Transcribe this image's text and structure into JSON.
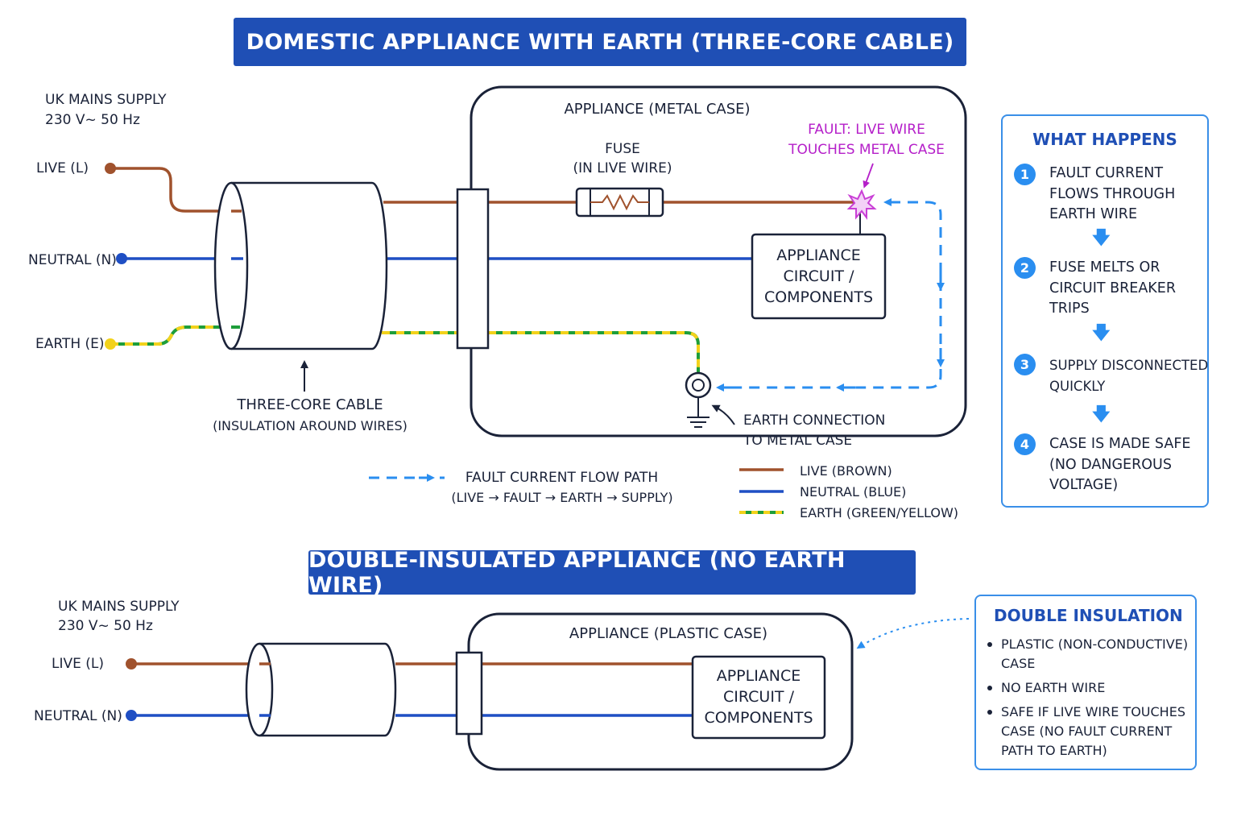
{
  "top_section": {
    "title": "DOMESTIC APPLIANCE  WITH EARTH (THREE-CORE CABLE)",
    "supply_title": "UK MAINS SUPPLY",
    "supply_rating": "230 V~ 50 Hz",
    "live_label": "LIVE (L)",
    "neutral_label": "NEUTRAL (N)",
    "earth_label": "EARTH (E)",
    "cable_label": "THREE-CORE CABLE",
    "cable_sub_label": "(INSULATION AROUND WIRES)",
    "appliance_label": "APPLIANCE (METAL CASE)",
    "fuse_label": "FUSE",
    "fuse_sub_label": "(IN LIVE WIRE)",
    "fault_label_line1": "FAULT: LIVE WIRE",
    "fault_label_line2": "TOUCHES METAL CASE",
    "circuit_label_line1": "APPLIANCE",
    "circuit_label_line2": "CIRCUIT /",
    "circuit_label_line3": "COMPONENTS",
    "earth_connection_line1": "EARTH CONNECTION",
    "earth_connection_line2": "TO METAL CASE"
  },
  "legend": {
    "fault_path_label": "FAULT CURRENT FLOW PATH",
    "fault_path_sub": "(LIVE → FAULT → EARTH → SUPPLY)",
    "live": "LIVE (BROWN)",
    "neutral": "NEUTRAL (BLUE)",
    "earth": "EARTH (GREEN/YELLOW)"
  },
  "what_happens": {
    "title": "WHAT HAPPENS",
    "steps": [
      {
        "num": "1",
        "text": "FAULT CURRENT\nFLOWS THROUGH\nEARTH WIRE"
      },
      {
        "num": "2",
        "text": "FUSE MELTS OR\nCIRCUIT BREAKER\nTRIPS"
      },
      {
        "num": "3",
        "text": "SUPPLY DISCONNECTED\nQUICKLY"
      },
      {
        "num": "4",
        "text": "CASE IS MADE SAFE\n(NO DANGEROUS\nVOLTAGE)"
      }
    ]
  },
  "bottom_section": {
    "title": "DOUBLE-INSULATED  APPLIANCE (NO EARTH WIRE)",
    "supply_title": "UK MAINS SUPPLY",
    "supply_rating": "230 V~ 50 Hz",
    "live_label": "LIVE (L)",
    "neutral_label": "NEUTRAL (N)",
    "appliance_label": "APPLIANCE (PLASTIC CASE)",
    "circuit_label_line1": "APPLIANCE",
    "circuit_label_line2": "CIRCUIT /",
    "circuit_label_line3": "COMPONENTS"
  },
  "double_insulation": {
    "title": "DOUBLE INSULATION",
    "bullets": [
      "PLASTIC (NON-CONDUCTIVE)\nCASE",
      "NO EARTH WIRE",
      "SAFE IF LIVE WIRE TOUCHES\nCASE (NO FAULT CURRENT\nPATH TO EARTH)"
    ]
  },
  "colors": {
    "banner": "#1f4fb5",
    "live": "#a0522d",
    "neutral": "#1f4fc4",
    "earth_green": "#1e9e3a",
    "earth_yellow": "#f2d21b",
    "fault_path": "#2a8ef0",
    "fault_spark": "#c93fd6",
    "outline": "#1a2238"
  },
  "icons": {
    "fault_spark": "spark-icon",
    "earth_symbol": "earth-ground-icon",
    "fuse": "fuse-icon",
    "step_arrow": "arrow-down-icon"
  }
}
